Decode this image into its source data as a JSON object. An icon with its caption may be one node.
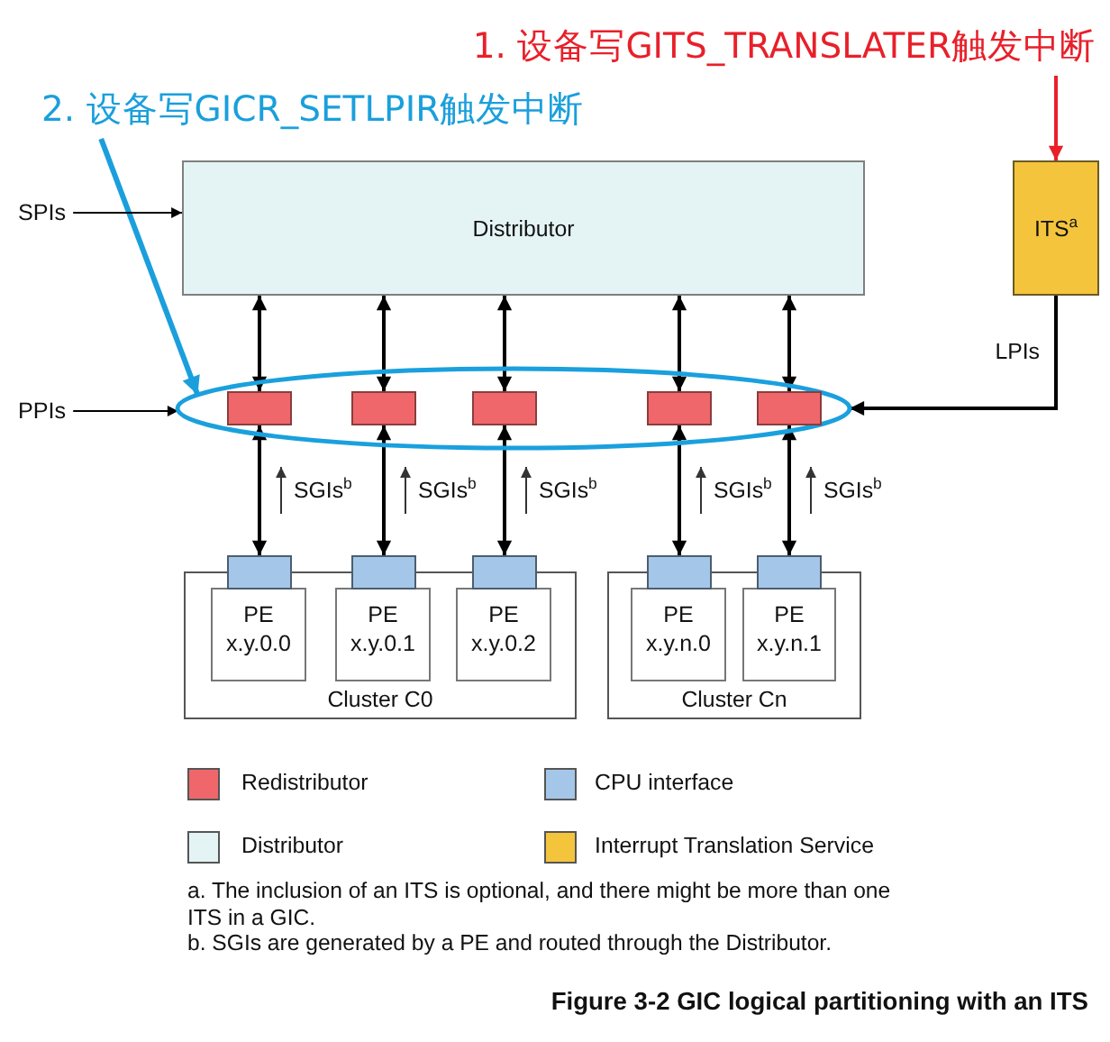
{
  "diagram": {
    "caption": "Figure 3-2 GIC logical partitioning with an ITS",
    "nodes": [
      {
        "text": [
          "1. 设备写GITS_TRANSLATER触发中断"
        ]
      },
      {
        "text": [
          "2. 设备写GICR_SETLPIR触发中断"
        ]
      },
      {
        "text": [
          "SPIs"
        ]
      },
      {
        "text": [
          "Distributor"
        ]
      },
      {
        "text": [
          "ITS$^{a}$"
        ]
      },
      {
        "text": [
          "PPIs"
        ]
      },
      {
        "text": [],
        "shape": "ellipse"
      },
      {
        "text": [],
        "shape": "box",
        "in": 6
      },
      {
        "text": [],
        "shape": "box",
        "in": 6
      },
      {
        "text": [],
        "shape": "box",
        "in": 6
      },
      {
        "text": [],
        "shape": "box",
        "in": 6
      },
      {
        "text": [],
        "shape": "box",
        "in": 6
      },
      {
        "text": [],
        "shape": "box"
      },
      {
        "text": [],
        "shape": "box"
      },
      {
        "text": [],
        "shape": "box"
      },
      {
        "text": [],
        "shape": "box"
      },
      {
        "text": [],
        "shape": "box"
      },
      {
        "text": [
          "Cluster C0"
        ]
      },
      {
        "text": [
          "PE x.y.0.0"
        ],
        "in": 17
      },
      {
        "text": [
          "PE x.y.0.1"
        ],
        "in": 17
      },
      {
        "text": [
          "PE x.y.0.2"
        ],
        "in": 17
      },
      {
        "text": [
          "Cluster Cn"
        ]
      },
      {
        "text": [
          "PE x.y.n.0"
        ],
        "in": 21
      },
      {
        "text": [
          "PE x.y.n.1"
        ],
        "in": 21
      }
    ],
    "edges": [
      {
        "from": 0,
        "to": 4,
        "arrow": "to",
        "color": "#e8202a"
      },
      {
        "from": 1,
        "to": 6,
        "arrow": "to",
        "color": "#1a9fdc"
      },
      {
        "from": 2,
        "to": 3,
        "arrow": "to"
      },
      {
        "from": 5,
        "to": 6,
        "arrow": "to"
      },
      {
        "from": 4,
        "to": 6,
        "arrow": "to",
        "label": "LPIs"
      },
      {
        "from": 3,
        "to": 7,
        "arrow": "both"
      },
      {
        "from": 3,
        "to": 8,
        "arrow": "both"
      },
      {
        "from": 3,
        "to": 9,
        "arrow": "both"
      },
      {
        "from": 3,
        "to": 10,
        "arrow": "both"
      },
      {
        "from": 3,
        "to": 11,
        "arrow": "both"
      },
      {
        "from": 12,
        "to": 7,
        "arrow": "both",
        "label": "SGIs$^{b}$"
      },
      {
        "from": 13,
        "to": 8,
        "arrow": "both",
        "label": "SGIs$^{b}$"
      },
      {
        "from": 14,
        "to": 9,
        "arrow": "both",
        "label": "SGIs$^{b}$"
      },
      {
        "from": 15,
        "to": 10,
        "arrow": "both",
        "label": "SGIs$^{b}$"
      },
      {
        "from": 16,
        "to": 11,
        "arrow": "both",
        "label": "SGIs$^{b}$"
      }
    ],
    "labels": [
      "a. The inclusion of an ITS is optional, and there might be more than one ITS in a GIC.",
      "b. SGIs are generated by a PE and routed through the Distributor."
    ],
    "legend": [
      {
        "text": "Redistributor",
        "color": "#f0676b"
      },
      {
        "text": "CPU interface",
        "color": "#a4c7e9"
      },
      {
        "text": "Distributor",
        "color": "#e4f4f4"
      },
      {
        "text": "Interrupt Translation Service",
        "color": "#f4c43c"
      }
    ]
  }
}
